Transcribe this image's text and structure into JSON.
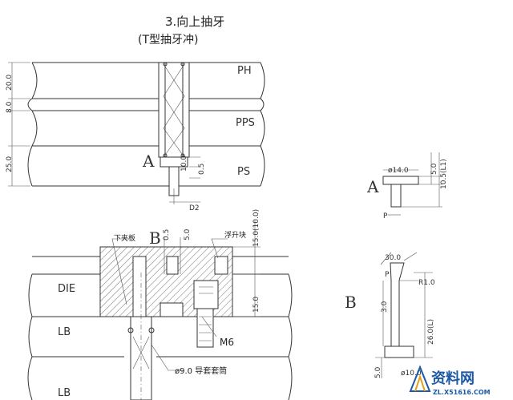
{
  "title": {
    "line1": "3.向上抽牙",
    "line2": "(T型抽牙冲)"
  },
  "plates": {
    "ph": "PH",
    "pps": "PPS",
    "ps": "PS",
    "die": "DIE",
    "lb": "LB",
    "lb2": "LB"
  },
  "dimensions": {
    "d20": "20.0",
    "d8": "8.0",
    "d25": "25.0",
    "d10": "10.0",
    "d05a": "0.5",
    "d2": "D2",
    "d05b": "0.5",
    "d5a": "5.0",
    "d15_100": "15.0(10.0)",
    "d15": "15.0",
    "phi14": "ø14.0",
    "d5b": "5.0",
    "d105": "10.5(L1)",
    "d30": "30.0",
    "r10": "R1.0",
    "d3": "3.0",
    "d26": "26.0(L)",
    "d5c": "5.0",
    "phi10": "ø10.0"
  },
  "annotations": {
    "lower_plate": "下夹板",
    "float_block": "浮升块",
    "m6": "M6",
    "phi9_guide": "ø9.0 导套套筒"
  },
  "views": {
    "a_main": "A",
    "a_detail": "A",
    "b_main": "B",
    "b_detail": "B",
    "p1": "P",
    "p2": "P"
  },
  "watermark": {
    "text": "资料网",
    "url": "ZL.X51616.COM"
  },
  "colors": {
    "line": "#333333",
    "hatch": "#555555",
    "watermark": "#1c5aa6"
  }
}
